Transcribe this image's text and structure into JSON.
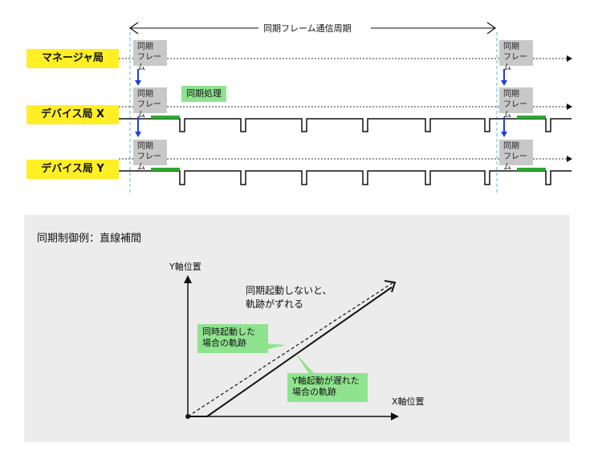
{
  "timing": {
    "period_label": "同期フレーム通信周期",
    "stations": [
      {
        "name": "マネージャ局"
      },
      {
        "name": "デバイス局 X"
      },
      {
        "name": "デバイス局 Y"
      }
    ],
    "sync_frame_line1": "同期",
    "sync_frame_line2": "フレーム",
    "sync_process_label": "同期処理"
  },
  "example": {
    "title": "同期制御例：直線補間",
    "y_axis_label": "Y軸位置",
    "x_axis_label": "X軸位置",
    "note_line1": "同期起動しないと、",
    "note_line2": "軌跡がずれる",
    "callout_sync_line1": "同時起動した",
    "callout_sync_line2": "場合の軌跡",
    "callout_delay_line1": "Y軸起動が遅れた",
    "callout_delay_line2": "場合の軌跡"
  },
  "colors": {
    "station_fill": "#ffef24",
    "sync_frame_fill": "#c8c8c8",
    "sync_process_fill": "#8fe38f",
    "arrow_blue": "#1f3fd8",
    "guide_cyan": "#5ab4e6",
    "panel_bg": "#ececec"
  }
}
